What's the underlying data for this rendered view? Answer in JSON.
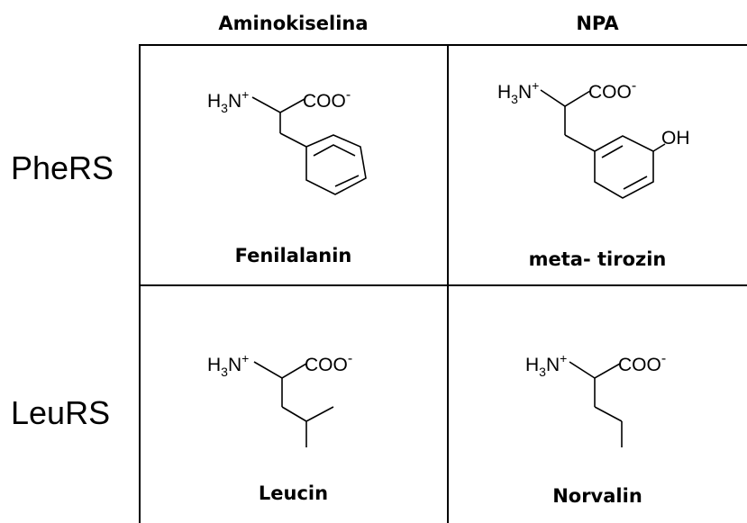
{
  "columns": {
    "amino": "Aminokiselina",
    "npa": "NPA"
  },
  "rows": {
    "phe": "PheRS",
    "leu": "LeuRS"
  },
  "cells": {
    "phenylalanine": "Fenilalanin",
    "meta_tyrosine": "meta- tirozin",
    "leucine": "Leucin",
    "norvaline": "Norvalin"
  },
  "chem": {
    "h": "H",
    "sub3": "3",
    "n": "N",
    "plus": "+",
    "coo": "COO",
    "minus": "-",
    "oh": "OH"
  }
}
